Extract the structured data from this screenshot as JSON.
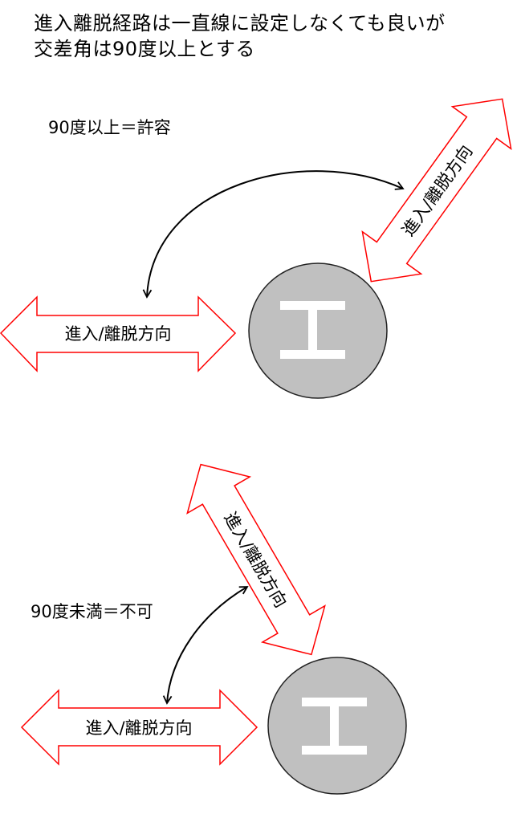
{
  "header": {
    "line1": "進入離脱経路は一直線に設定しなくても良いが",
    "line2": "交差角は90度以上とする"
  },
  "diagram_allowed": {
    "caption": "90度以上＝許容",
    "horizontal_arrow_label": "進入/離脱方向",
    "diagonal_arrow_label": "進入/離脱方向",
    "helipad_symbol": "H-beam (工) mark",
    "angle": "90度以上"
  },
  "diagram_not_allowed": {
    "caption": "90度未満＝不可",
    "horizontal_arrow_label": "進入/離脱方向",
    "diagonal_arrow_label": "進入/離脱方向",
    "helipad_symbol": "H-beam (工) mark",
    "angle": "90度未満"
  },
  "colors": {
    "arrow_outline": "#ff0000",
    "arrow_fill": "#ffffff",
    "circle_fill": "#c0c0c0",
    "circle_stroke": "#222222",
    "symbol_fill": "#ffffff",
    "curve_stroke": "#000000"
  }
}
